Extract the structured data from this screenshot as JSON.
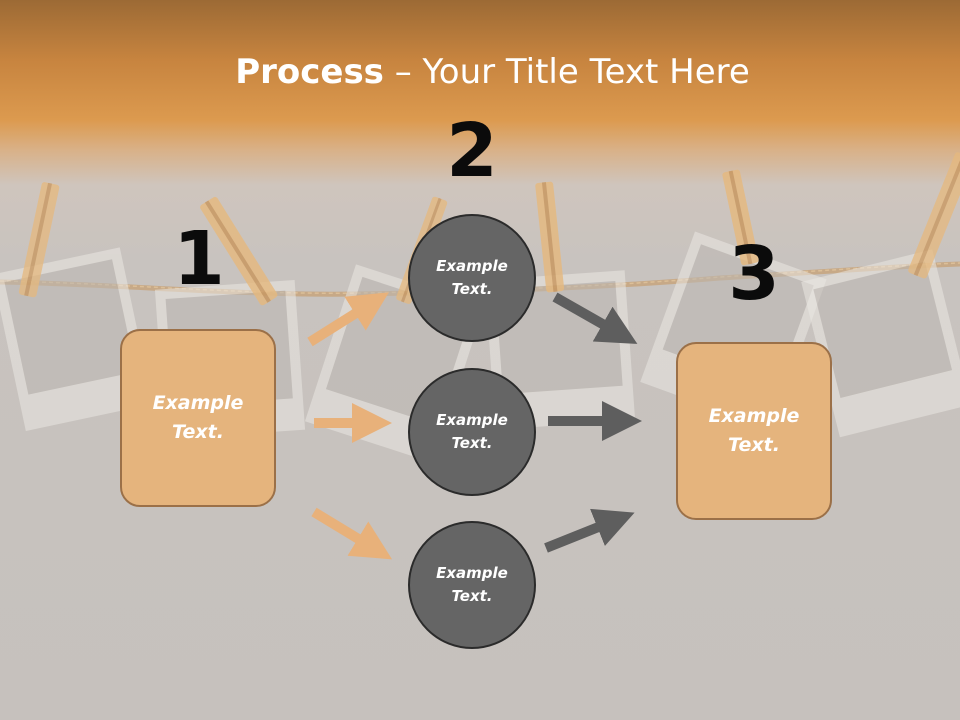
{
  "title": {
    "bold": "Process",
    "rest": " – Your Title Text Here"
  },
  "steps": [
    {
      "number": "1",
      "text": "Example Text."
    },
    {
      "number": "2",
      "items": [
        "Example Text.",
        "Example Text.",
        "Example Text."
      ]
    },
    {
      "number": "3",
      "text": "Example Text."
    }
  ],
  "colors": {
    "header": "#d9934a",
    "box_fill": "#e5b47d",
    "box_border": "#9b7048",
    "circle_fill": "#656565",
    "light_arrow": "#e8b17a",
    "dark_arrow": "#5e5e5e"
  }
}
